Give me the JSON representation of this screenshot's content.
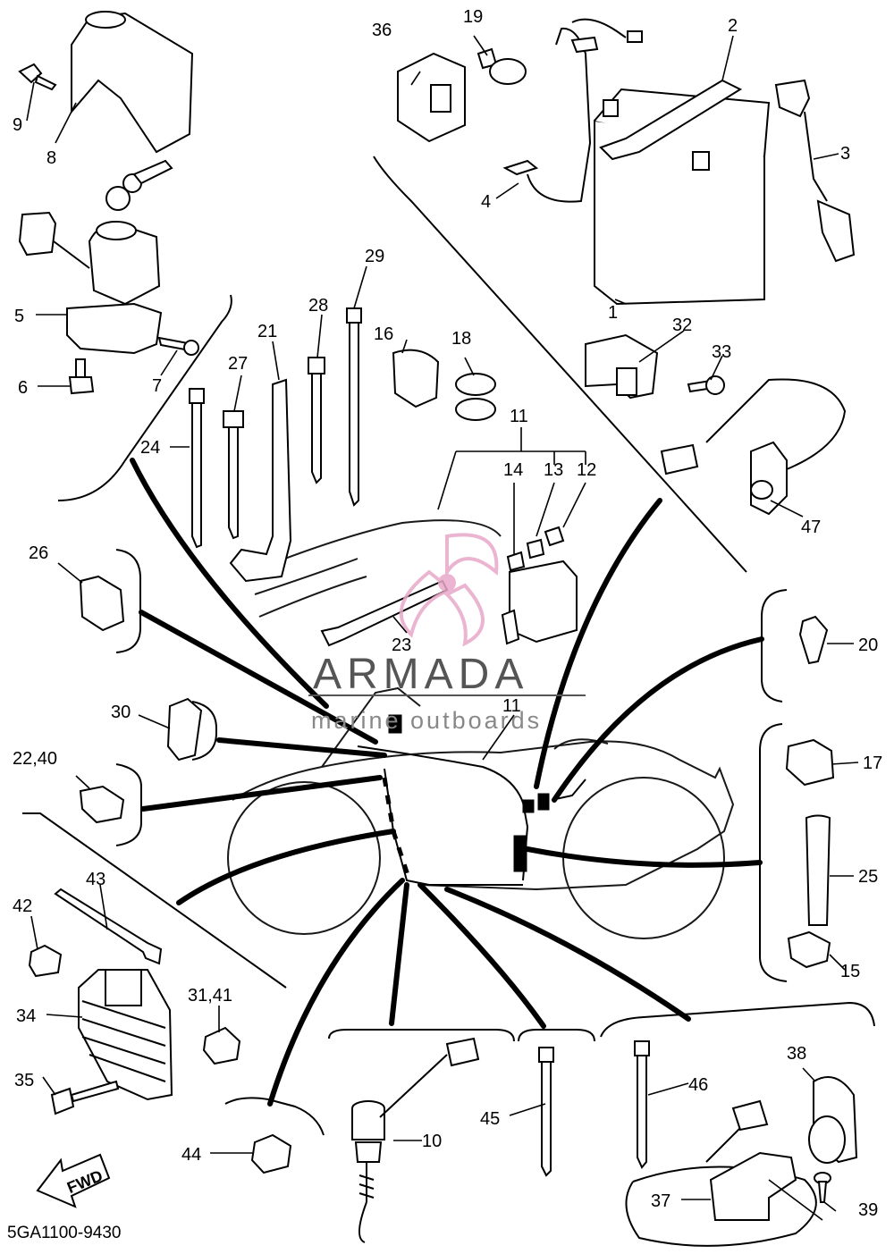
{
  "diagram": {
    "part_code": "5GA1100-9430",
    "watermark": {
      "brand": "ARMADA",
      "tagline": "marine outboards"
    },
    "direction_arrow": "FWD",
    "callouts": [
      "1",
      "2",
      "3",
      "4",
      "5",
      "6",
      "7",
      "8",
      "9",
      "10",
      "11",
      "11",
      "12",
      "13",
      "14",
      "15",
      "16",
      "17",
      "18",
      "19",
      "20",
      "21",
      "22,40",
      "23",
      "24",
      "25",
      "26",
      "27",
      "28",
      "29",
      "30",
      "31,41",
      "32",
      "33",
      "34",
      "35",
      "36",
      "37",
      "38",
      "39",
      "42",
      "43",
      "44",
      "45",
      "46",
      "47"
    ],
    "colors": {
      "line": "#000000",
      "watermark_logo": "#e8a8c8",
      "watermark_text": "#555555"
    }
  }
}
